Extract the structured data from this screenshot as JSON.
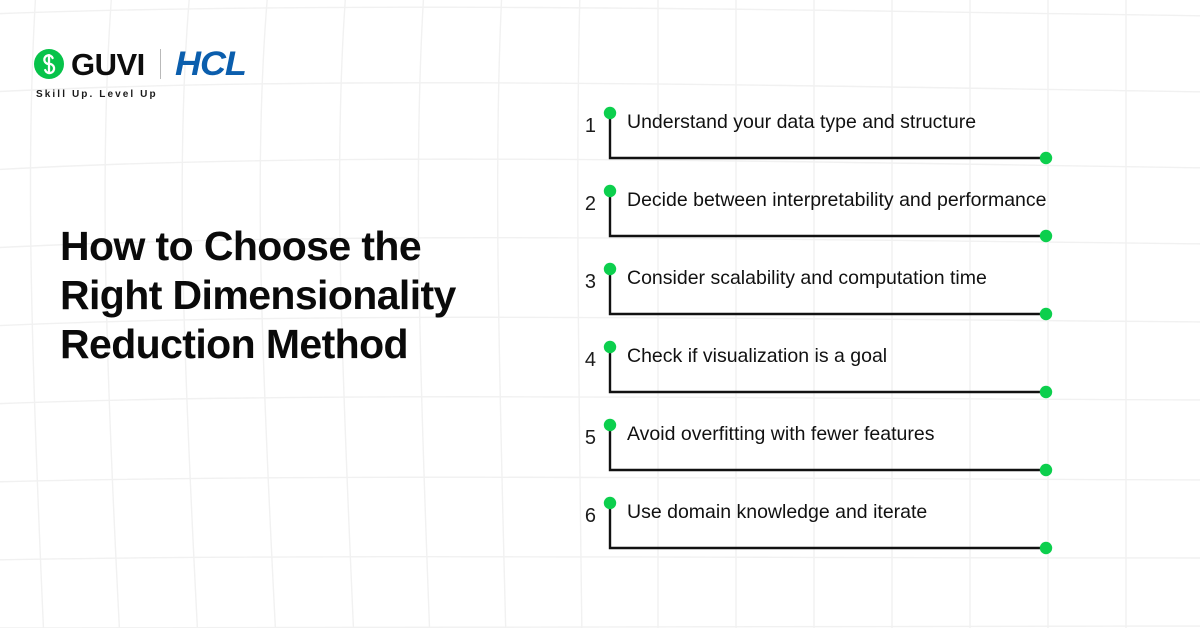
{
  "brand": {
    "logo_icon": "guvi-g-mark-icon",
    "guvi_name": "GUVI",
    "partner_name": "HCL",
    "tagline": "Skill Up. Level Up",
    "guvi_green": "#07c34a",
    "hcl_blue": "#0b5ead"
  },
  "headline": {
    "text": "How to Choose the\nRight Dimensionality\nReduction Method"
  },
  "steps": {
    "accent_color": "#0ccf4d",
    "line_color": "#111111",
    "items": [
      {
        "number": "1",
        "label": "Understand your data type and structure"
      },
      {
        "number": "2",
        "label": "Decide between interpretability and performance"
      },
      {
        "number": "3",
        "label": "Consider scalability and computation time"
      },
      {
        "number": "4",
        "label": "Check if visualization is a goal"
      },
      {
        "number": "5",
        "label": "Avoid overfitting with fewer features"
      },
      {
        "number": "6",
        "label": "Use domain knowledge and iterate"
      }
    ]
  },
  "background": {
    "grid_color": "#f1f1f1",
    "page_color": "#ffffff"
  }
}
